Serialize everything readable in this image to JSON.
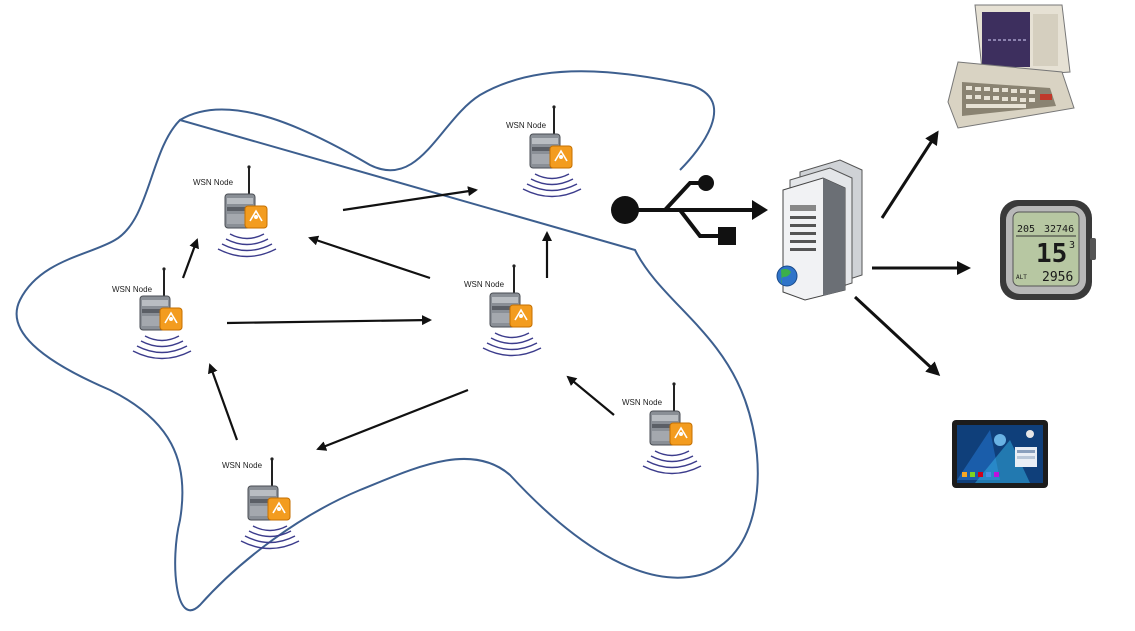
{
  "nodes": [
    {
      "id": "n1",
      "label": "WSN Node"
    },
    {
      "id": "n2",
      "label": "WSN Node"
    },
    {
      "id": "n3",
      "label": "WSN Node"
    },
    {
      "id": "n4",
      "label": "WSN Node"
    },
    {
      "id": "n5",
      "label": "WSN Node"
    },
    {
      "id": "n6",
      "label": "WSN Node"
    }
  ],
  "devices": {
    "lcd": {
      "top_left": "205",
      "top_right": "32746",
      "big": "15",
      "big_sup": "3",
      "alt_label": "ALT",
      "bottom": "2956"
    }
  },
  "icons": [
    "wsn-node-icon",
    "usb-icon",
    "server-icon",
    "globe-icon",
    "retro-computer-icon",
    "lcd-device-icon",
    "tablet-icon"
  ],
  "colors": {
    "cloud_outline": "#3d5f8f",
    "arrow": "#111111",
    "node_accent": "#f39c1f",
    "signal": "#3c3c8c"
  }
}
